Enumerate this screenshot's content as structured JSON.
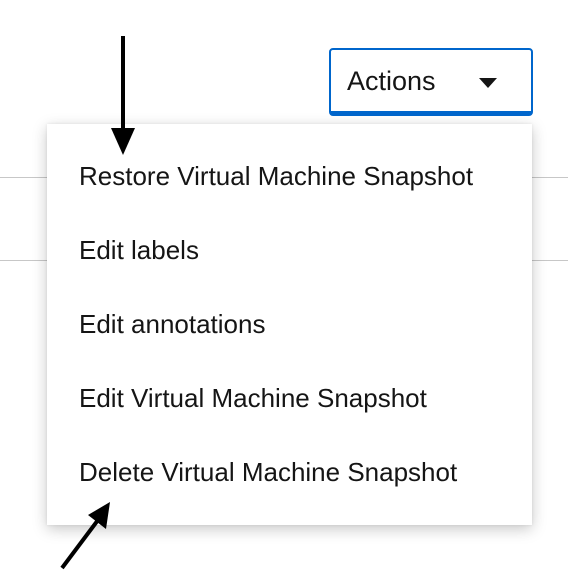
{
  "actions_toggle": {
    "label": "Actions",
    "icon": "caret-down-icon",
    "accent_color": "#0066cc"
  },
  "menu": {
    "items": [
      {
        "label": "Restore Virtual Machine Snapshot"
      },
      {
        "label": "Edit labels"
      },
      {
        "label": "Edit annotations"
      },
      {
        "label": "Edit Virtual Machine Snapshot"
      },
      {
        "label": "Delete Virtual Machine Snapshot"
      }
    ]
  },
  "annotations": {
    "arrows": [
      {
        "icon": "arrow-down-icon",
        "points_to": "Restore Virtual Machine Snapshot"
      },
      {
        "icon": "arrow-up-right-icon",
        "points_to": "Delete Virtual Machine Snapshot"
      }
    ]
  }
}
